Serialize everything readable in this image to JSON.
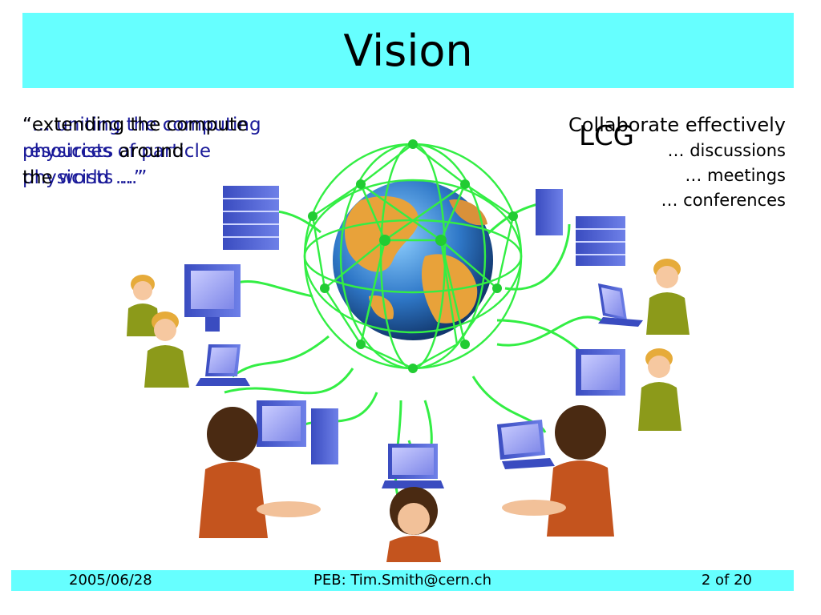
{
  "slide": {
    "title": "Vision",
    "left_quote_back": "“… uniting the computing resources of particle physicists …”",
    "left_quote_front_1": "“extending the compute",
    "left_quote_front_2": "physicists",
    "left_quote_front_3": "around",
    "left_quote_front_4": "the",
    "left_quote_front_5": "world …”",
    "right_heading": "Collaborate effectively",
    "right_items": [
      "… discussions",
      "… meetings",
      "… conferences"
    ],
    "lcg_label": "LCG"
  },
  "footer": {
    "date": "2005/06/28",
    "contact": "PEB: Tim.Smith@cern.ch",
    "page": "2 of 20"
  },
  "colors": {
    "title_bar": "#66ffff",
    "footer_bar": "#66ffff",
    "quote_blue": "#1a1a99",
    "network_green": "#33ee44"
  },
  "illustration": {
    "description_icons": [
      "globe-icon",
      "server-icon",
      "computer-icon",
      "laptop-icon",
      "person-icon"
    ]
  }
}
